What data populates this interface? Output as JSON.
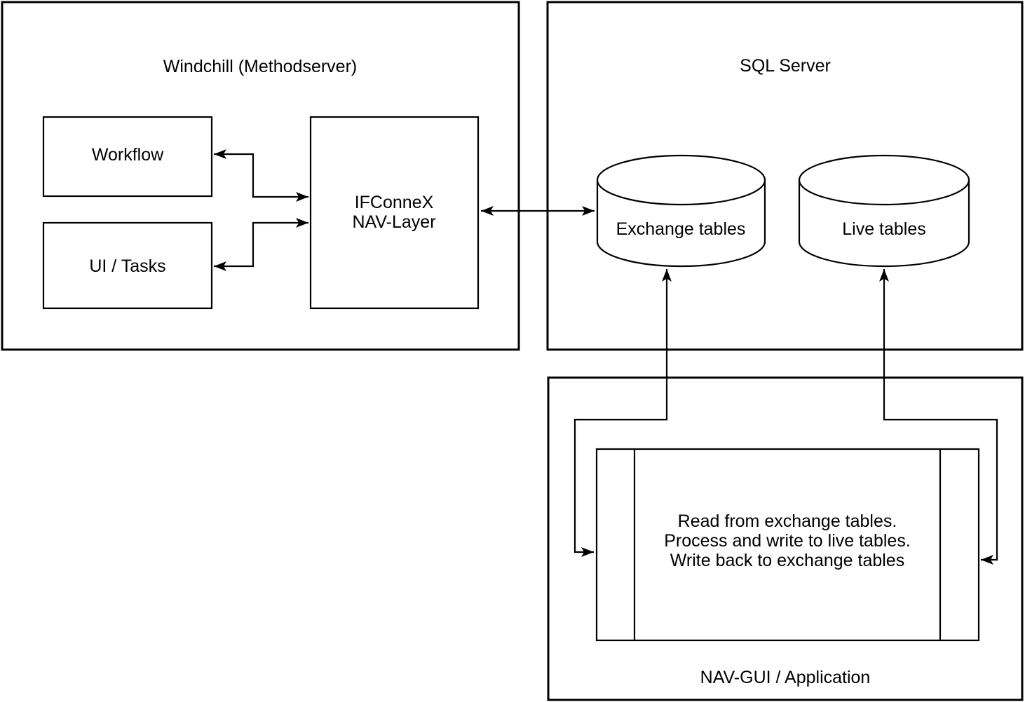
{
  "colors": {
    "stroke": "#000000",
    "background": "#ffffff"
  },
  "diagram": {
    "windchill": {
      "title": "Windchill (Methodserver)",
      "workflow_label": "Workflow",
      "ui_tasks_label": "UI / Tasks",
      "ifconnex": {
        "line1": "IFConneX",
        "line2": "NAV-Layer"
      }
    },
    "sql_server": {
      "title": "SQL Server",
      "exchange_tables_label": "Exchange tables",
      "live_tables_label": "Live tables"
    },
    "nav_gui": {
      "title": "NAV-GUI / Application",
      "process": {
        "line1": "Read from exchange tables.",
        "line2": "Process and write to live tables.",
        "line3": "Write back to exchange tables"
      }
    }
  }
}
